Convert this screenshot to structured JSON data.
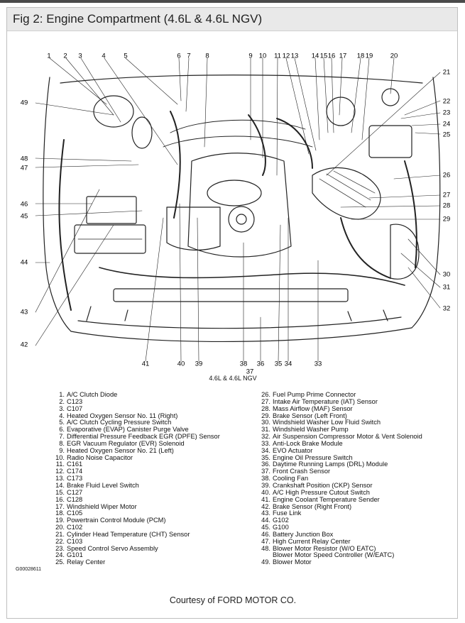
{
  "title": "Fig 2: Engine Compartment (4.6L & 4.6L NGV)",
  "diagram_caption": "4.6L & 4.6L NGV",
  "figure_code": "G00028611",
  "courtesy": "Courtesy of FORD MOTOR CO.",
  "callouts": [
    "1",
    "2",
    "3",
    "4",
    "5",
    "6",
    "7",
    "8",
    "9",
    "10",
    "11",
    "12",
    "13",
    "14",
    "15",
    "16",
    "17",
    "18",
    "19",
    "20",
    "21",
    "22",
    "23",
    "24",
    "25",
    "26",
    "27",
    "28",
    "29",
    "30",
    "31",
    "32",
    "33",
    "34",
    "35",
    "36",
    "37",
    "38",
    "39",
    "40",
    "41",
    "42",
    "43",
    "44",
    "45",
    "46",
    "47",
    "48",
    "49"
  ],
  "legend_left": [
    {
      "num": "1.",
      "text": "A/C Clutch Diode"
    },
    {
      "num": "2.",
      "text": "C123"
    },
    {
      "num": "3.",
      "text": "C107"
    },
    {
      "num": "4.",
      "text": "Heated Oxygen Sensor No. 11 (Right)"
    },
    {
      "num": "5.",
      "text": "A/C Clutch Cycling Pressure Switch"
    },
    {
      "num": "6.",
      "text": "Evaporative (EVAP) Canister Purge Valve"
    },
    {
      "num": "7.",
      "text": "Differential Pressure Feedback EGR (DPFE) Sensor"
    },
    {
      "num": "8.",
      "text": "EGR Vacuum Regulator (EVR) Solenoid"
    },
    {
      "num": "9.",
      "text": "Heated Oxygen Sensor No. 21 (Left)"
    },
    {
      "num": "10.",
      "text": "Radio Noise Capacitor"
    },
    {
      "num": "11.",
      "text": "C161"
    },
    {
      "num": "12.",
      "text": "C174"
    },
    {
      "num": "13.",
      "text": "C173"
    },
    {
      "num": "14.",
      "text": "Brake Fluid Level Switch"
    },
    {
      "num": "15.",
      "text": "C127"
    },
    {
      "num": "16.",
      "text": "C128"
    },
    {
      "num": "17.",
      "text": "Windshield Wiper Motor"
    },
    {
      "num": "18.",
      "text": "C105"
    },
    {
      "num": "19.",
      "text": "Powertrain Control Module (PCM)"
    },
    {
      "num": "20.",
      "text": "C102"
    },
    {
      "num": "21.",
      "text": "Cylinder Head Temperature (CHT) Sensor"
    },
    {
      "num": "22.",
      "text": "C103"
    },
    {
      "num": "23.",
      "text": "Speed Control Servo Assembly"
    },
    {
      "num": "24.",
      "text": "G101"
    },
    {
      "num": "25.",
      "text": "Relay Center"
    }
  ],
  "legend_right": [
    {
      "num": "26.",
      "text": "Fuel Pump Prime Connector"
    },
    {
      "num": "27.",
      "text": "Intake Air Temperature (IAT) Sensor"
    },
    {
      "num": "28.",
      "text": "Mass Airflow (MAF) Sensor"
    },
    {
      "num": "29.",
      "text": "Brake Sensor (Left Front)"
    },
    {
      "num": "30.",
      "text": "Windshield Washer Low Fluid Switch"
    },
    {
      "num": "31.",
      "text": "Windshield Washer Pump"
    },
    {
      "num": "32.",
      "text": "Air Suspension Compressor Motor & Vent Solenoid"
    },
    {
      "num": "33.",
      "text": "Anti-Lock Brake Module"
    },
    {
      "num": "34.",
      "text": "EVO Actuator"
    },
    {
      "num": "35.",
      "text": "Engine Oil Pressure Switch"
    },
    {
      "num": "36.",
      "text": "Daytime Running Lamps (DRL) Module"
    },
    {
      "num": "37.",
      "text": "Front Crash Sensor"
    },
    {
      "num": "38.",
      "text": "Cooling Fan"
    },
    {
      "num": "39.",
      "text": "Crankshaft Position (CKP) Sensor"
    },
    {
      "num": "40.",
      "text": "A/C High Pressure Cutout Switch"
    },
    {
      "num": "41.",
      "text": "Engine Coolant Temperature Sender"
    },
    {
      "num": "42.",
      "text": "Brake Sensor (Right Front)"
    },
    {
      "num": "43.",
      "text": "Fuse Link"
    },
    {
      "num": "44.",
      "text": "G102"
    },
    {
      "num": "45.",
      "text": "G100"
    },
    {
      "num": "46.",
      "text": "Battery Junction Box"
    },
    {
      "num": "47.",
      "text": "High Current Relay Center"
    },
    {
      "num": "48.",
      "text": "Blower Motor Resistor (W/O EATC)"
    },
    {
      "num": "",
      "text": "Blower Motor Speed Controller (W/EATC)"
    },
    {
      "num": "49.",
      "text": "Blower Motor"
    }
  ]
}
